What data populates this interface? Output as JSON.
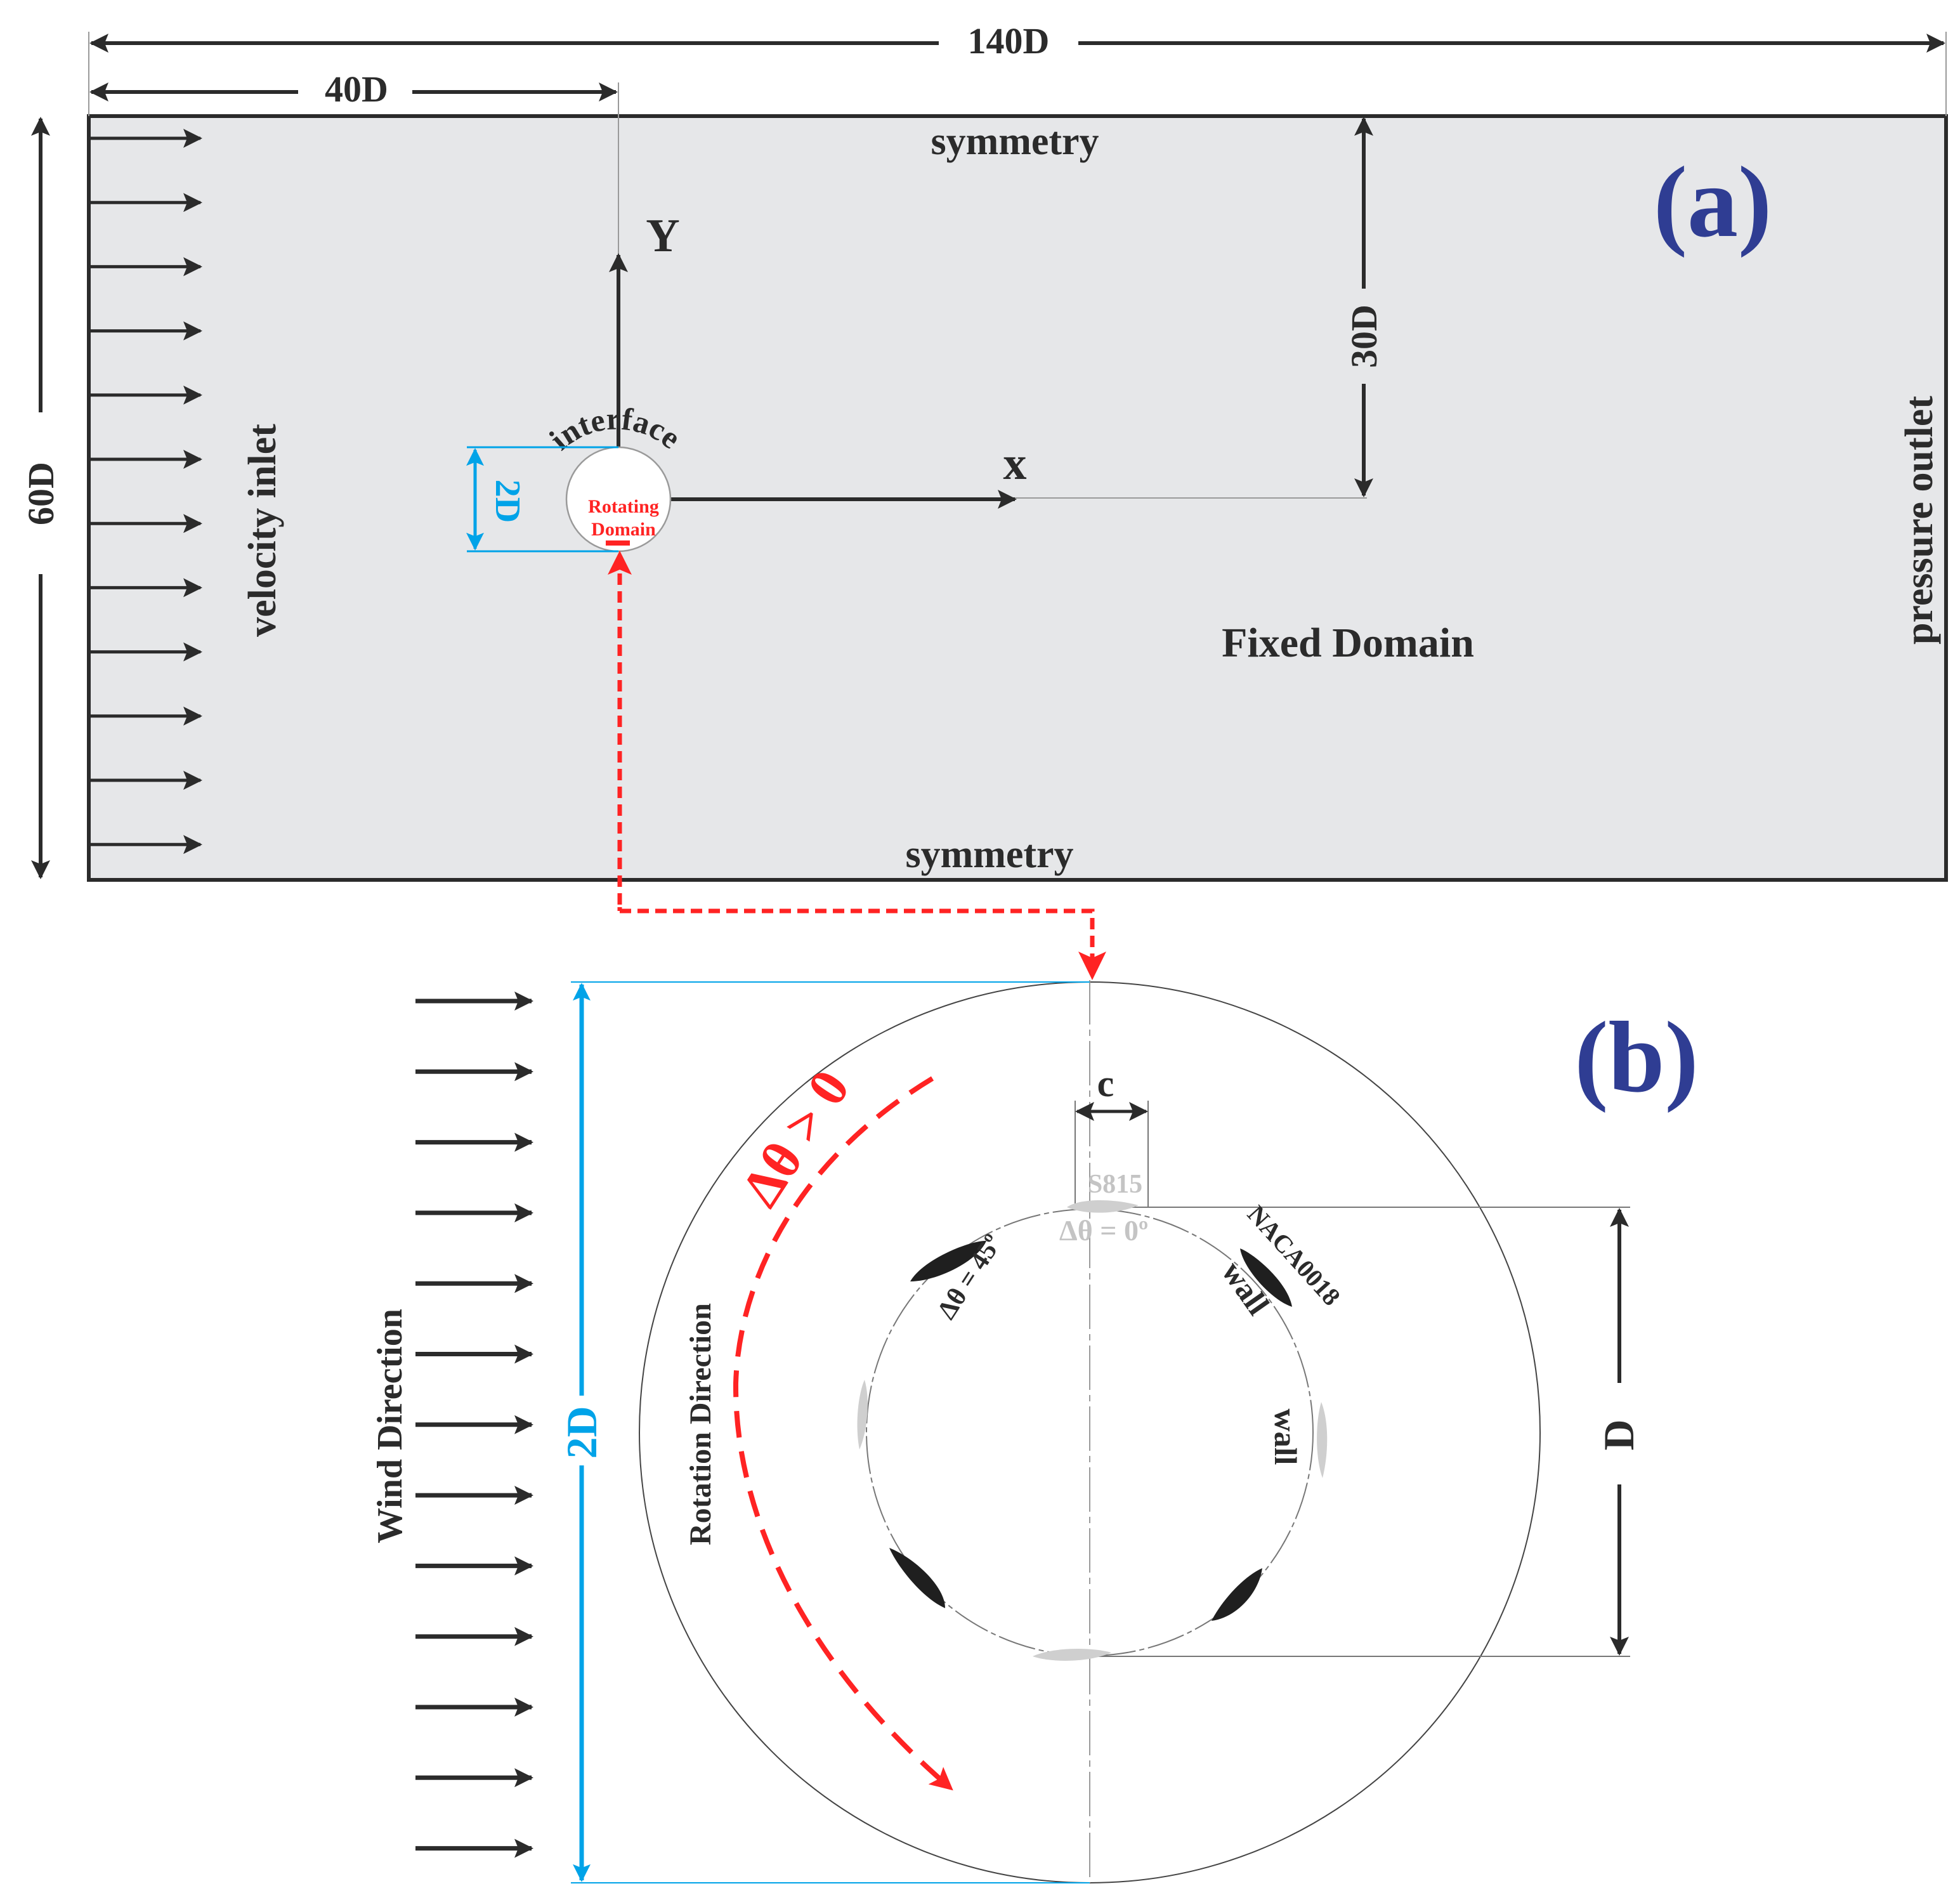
{
  "panel_a": {
    "label": "(a)",
    "dim_length": "140D",
    "dim_inlet_distance": "40D",
    "dim_height": "60D",
    "dim_half_height": "30D",
    "dim_interface": "2D",
    "top_boundary": "symmetry",
    "bottom_boundary": "symmetry",
    "inlet_boundary": "velocity inlet",
    "outlet_boundary": "pressure outlet",
    "domain_label": "Fixed Domain",
    "axis_y": "Y",
    "axis_x": "x",
    "interface_label": "interface",
    "rotating_label_1": "Rotating",
    "rotating_label_2": "Domain"
  },
  "panel_b": {
    "label": "(b)",
    "dim_chord": "c",
    "dim_rotor": "D",
    "dim_outer": "2D",
    "airfoil_grey": "S815",
    "angle_zero": "Δθ = 0º",
    "angle_45": "Δθ = 45º",
    "airfoil_black": "NACA0018",
    "wall_1": "wall",
    "wall_2": "wall",
    "delta_theta": "Δθ > 0",
    "rotation_direction": "Rotation Direction",
    "wind_direction": "Wind Direction"
  },
  "colors": {
    "panel_label": "#2f3d93",
    "fixed_domain_fill": "#e6e7e9",
    "dimension_blue": "#00a3e8",
    "rotation_red": "#ff2323",
    "blade_dark": "#1f1f1f",
    "blade_light": "#cfcfcf"
  }
}
